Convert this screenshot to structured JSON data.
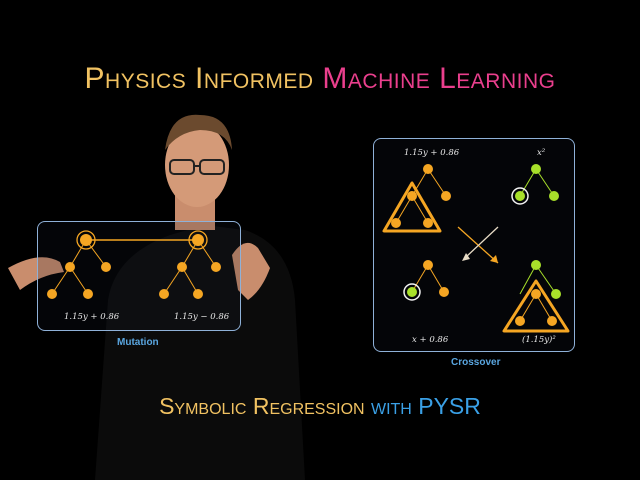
{
  "title": {
    "part1": "Physics Informed",
    "part2": "Machine Learning"
  },
  "subtitle": {
    "part1": "Symbolic Regression",
    "part2": "with",
    "part3": "PYSR"
  },
  "mutation": {
    "caption": "Mutation",
    "left_expr": "1.15y + 0.86",
    "right_expr": "1.15y − 0.86"
  },
  "crossover": {
    "caption": "Crossover",
    "top_left_expr": "1.15y + 0.86",
    "top_right_expr": "x²",
    "bottom_left_expr": "x + 0.86",
    "bottom_right_expr": "(1.15y)²"
  },
  "colors": {
    "title_gold": "#f1c262",
    "title_pink": "#ea3f8d",
    "accent_blue": "#3aa0e6",
    "node_orange": "#f5a623",
    "node_green": "#a8e02a"
  }
}
